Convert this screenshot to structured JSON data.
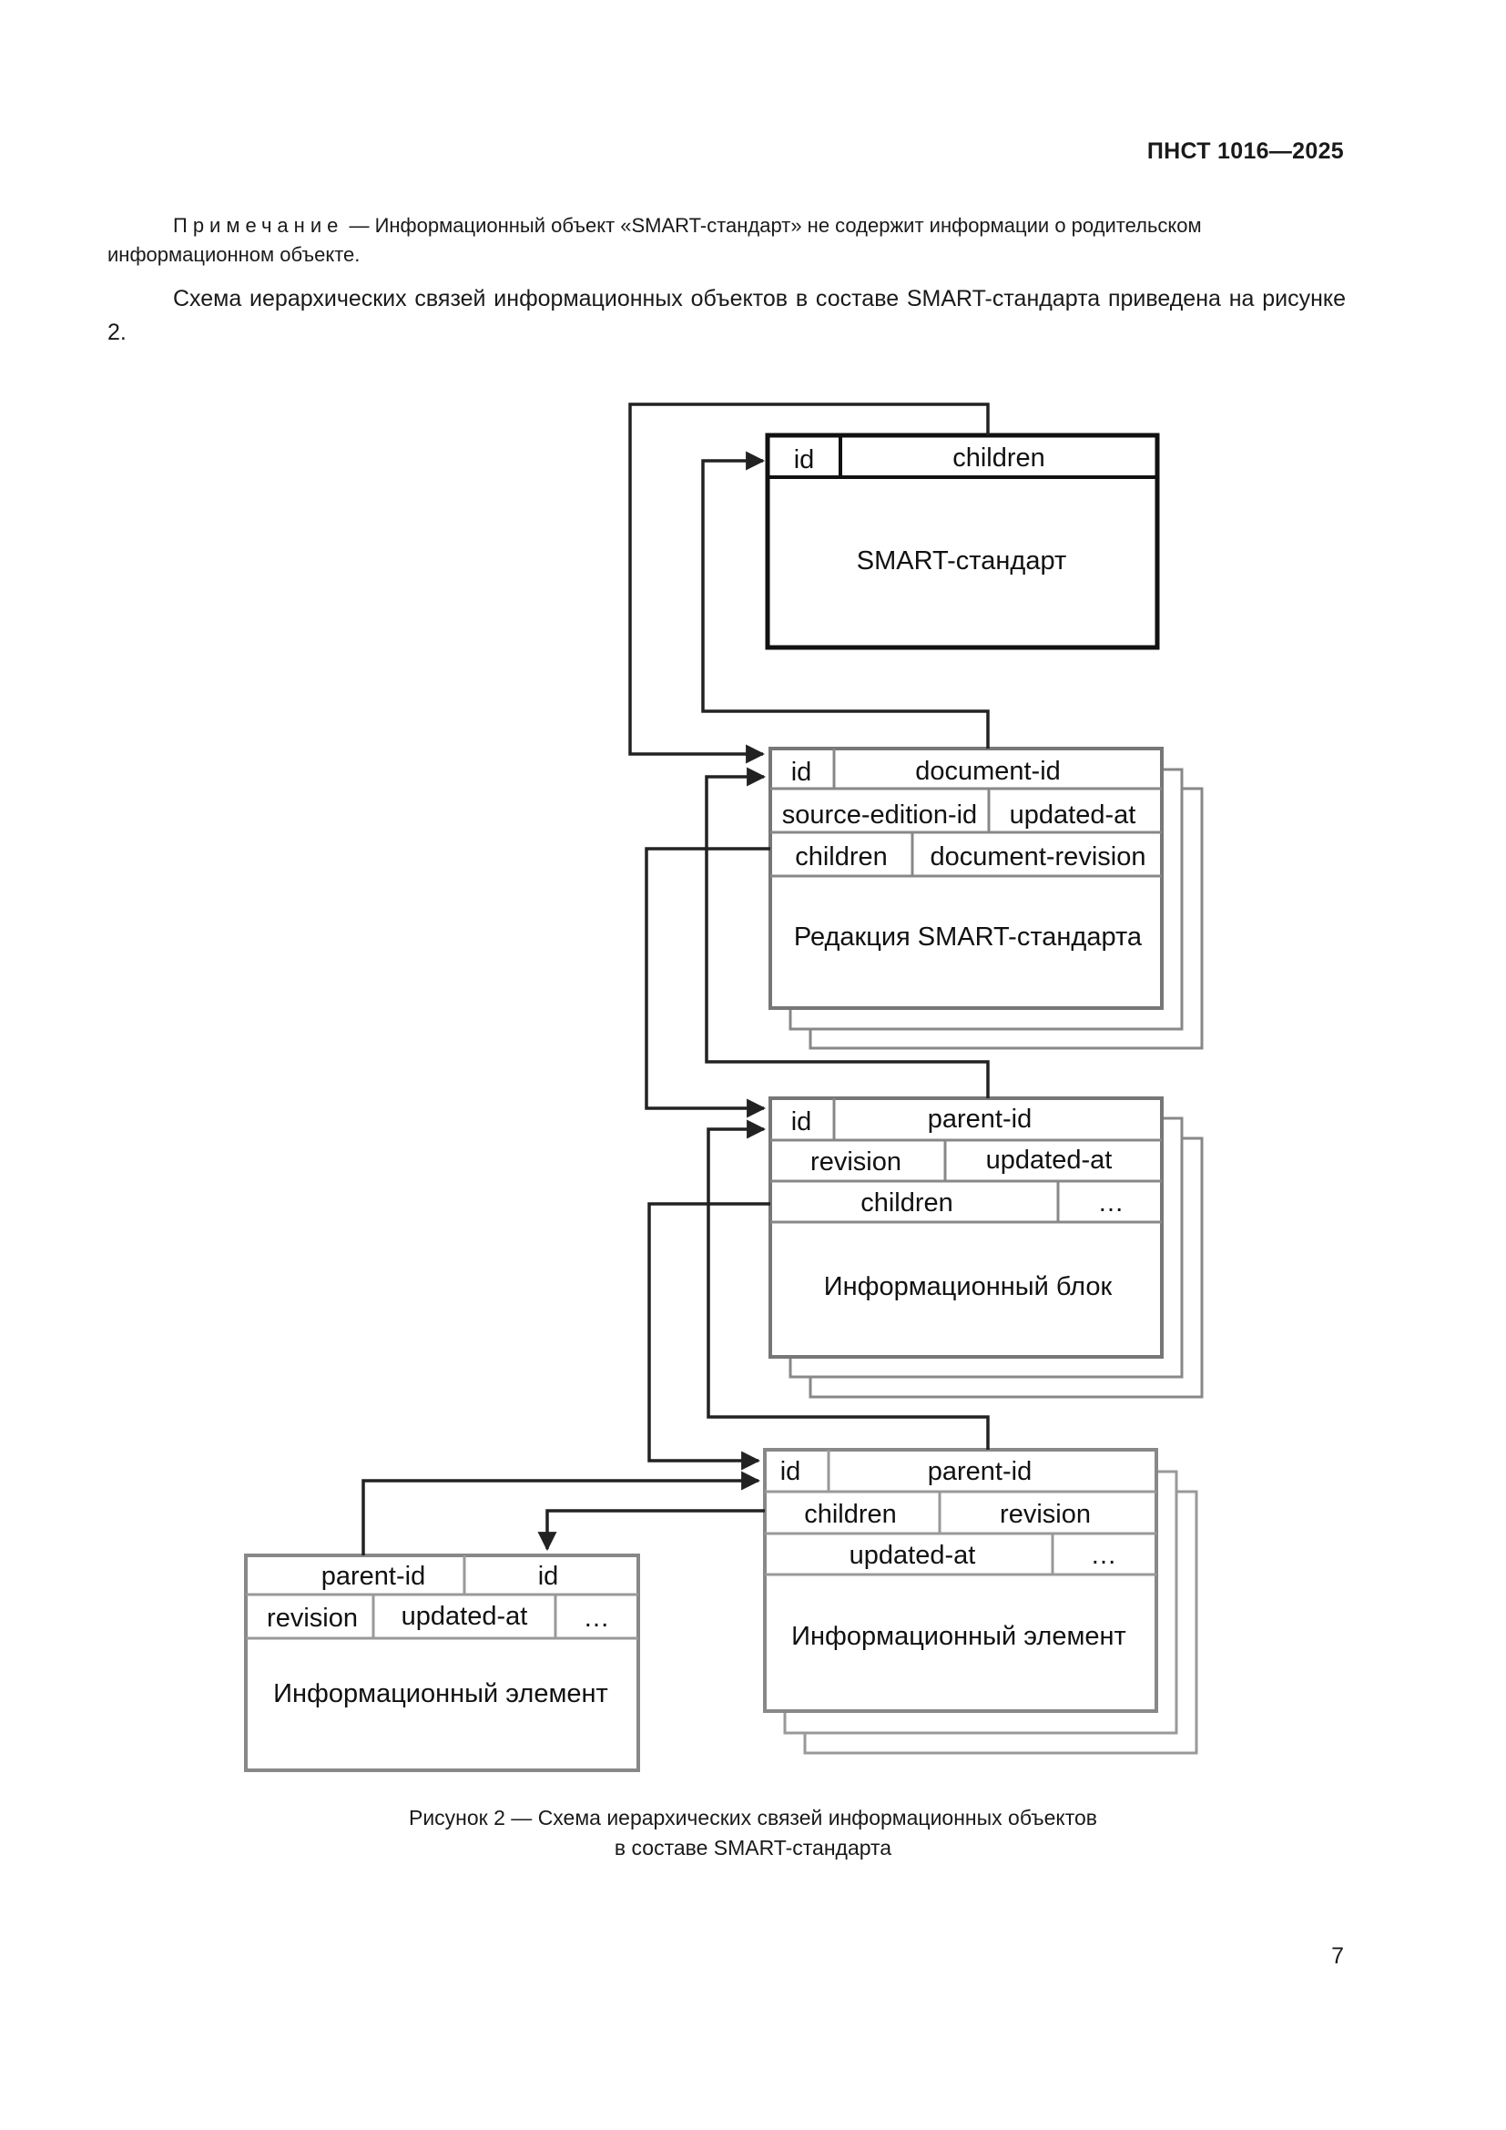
{
  "header": {
    "doc_code": "ПНСТ 1016—2025"
  },
  "note": {
    "label": "Примечание",
    "text": " — Информационный объект «SMART-стандарт» не содержит информации о родительском информационном объекте."
  },
  "paragraph": "Схема иерархических связей информационных объектов в составе SMART-стандарта приведена на рисунке 2.",
  "diagram": {
    "smart_standard": {
      "id": "id",
      "children": "children",
      "title": "SMART-стандарт"
    },
    "edition": {
      "id": "id",
      "document_id": "document-id",
      "source_edition_id": "source-edition-id",
      "updated_at": "updated-at",
      "children": "children",
      "document_revision": "document-revision",
      "title": "Редакция SMART-стандарта"
    },
    "block": {
      "id": "id",
      "parent_id": "parent-id",
      "revision": "revision",
      "updated_at": "updated-at",
      "children": "children",
      "ellipsis": "…",
      "title": "Информационный блок"
    },
    "element": {
      "id": "id",
      "parent_id": "parent-id",
      "children": "children",
      "revision": "revision",
      "updated_at": "updated-at",
      "ellipsis": "…",
      "title": "Информационный элемент"
    },
    "leaf_element": {
      "parent_id": "parent-id",
      "id": "id",
      "revision": "revision",
      "updated_at": "updated-at",
      "ellipsis": "…",
      "title": "Информационный элемент"
    }
  },
  "caption": {
    "line1": "Рисунок 2 — Схема иерархических связей информационных объектов",
    "line2": "в составе SMART-стандарта"
  },
  "page_number": "7"
}
